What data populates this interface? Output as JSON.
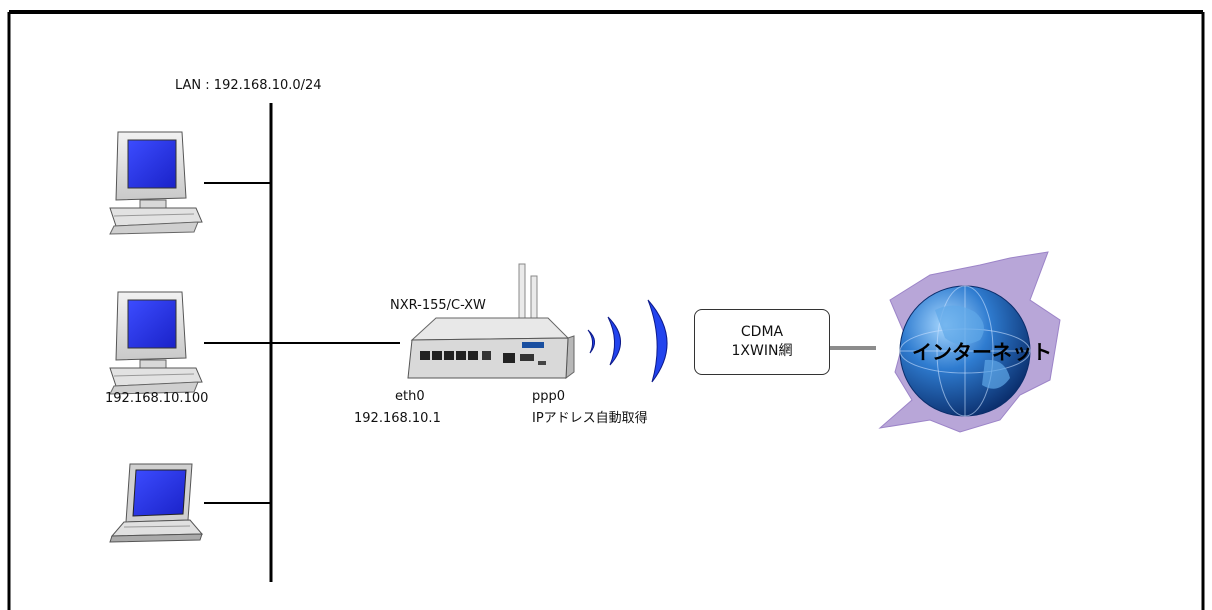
{
  "lan": {
    "label": "LAN : 192.168.10.0/24"
  },
  "router": {
    "model": "NXR-155/C-XW"
  },
  "interfaces": {
    "eth0": {
      "name": "eth0",
      "ip": "192.168.10.1"
    },
    "ppp0": {
      "name": "ppp0",
      "ip": "IPアドレス自動取得"
    }
  },
  "hosts": [
    {
      "type": "desktop-pc",
      "ip": ""
    },
    {
      "type": "desktop-pc",
      "ip": "192.168.10.100"
    },
    {
      "type": "laptop",
      "ip": ""
    }
  ],
  "network": {
    "line1": "CDMA",
    "line2": "1XWIN網"
  },
  "internet": {
    "label": "インターネット"
  },
  "colors": {
    "border": "#000000",
    "monitor_screen": "#2233e6",
    "wave": "#2244ee",
    "globe": "#1e5fa8",
    "splash": "#b8a6d8"
  }
}
